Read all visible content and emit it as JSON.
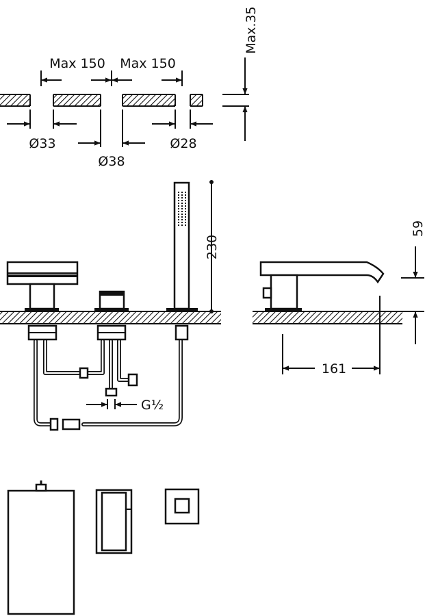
{
  "dimensions": {
    "max_thickness": "Max.35",
    "max_spacing_left": "Max 150",
    "max_spacing_right": "Max 150",
    "dia_left": "Ø33",
    "dia_center": "Ø38",
    "dia_right": "Ø28",
    "shower_height": "230",
    "spout_height": "59",
    "spout_reach": "161",
    "thread": "G½"
  }
}
